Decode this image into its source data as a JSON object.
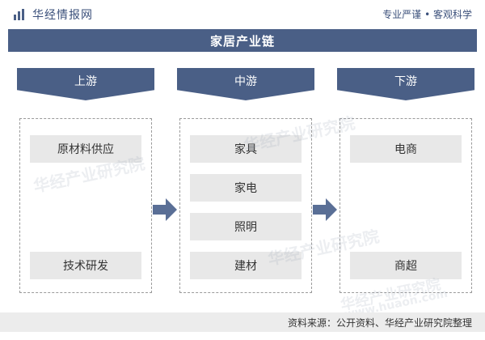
{
  "header": {
    "brand": "华经情报网",
    "tagline": "专业严谨 • 客观科学"
  },
  "title": "家居产业链",
  "columns": [
    {
      "label": "上游",
      "items": [
        "原材料供应",
        "技术研发"
      ]
    },
    {
      "label": "中游",
      "items": [
        "家具",
        "家电",
        "照明",
        "建材"
      ]
    },
    {
      "label": "下游",
      "items": [
        "电商",
        "商超"
      ]
    }
  ],
  "footer": {
    "source": "资料来源：公开资料、华经产业研究院整理"
  },
  "watermark": {
    "text": "华经产业研究院",
    "url": "www.huaon.com"
  },
  "colors": {
    "primary": "#4a5f86",
    "item_bg": "#e8e8e8",
    "arrow": "#5a6f96"
  }
}
